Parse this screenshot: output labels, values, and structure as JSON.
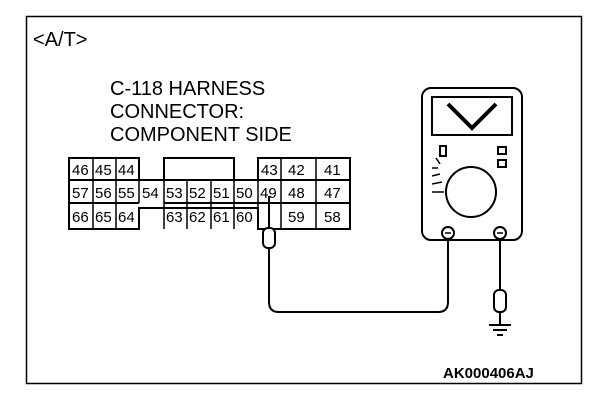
{
  "diagram": {
    "variant_label": "<A/T>",
    "connector_title": [
      "C-118 HARNESS",
      "CONNECTOR:",
      "COMPONENT SIDE"
    ],
    "connector_pins": {
      "row1_left": [
        "46",
        "45",
        "44"
      ],
      "row1_right": [
        "43",
        "42",
        "41"
      ],
      "row2_left": [
        "57",
        "56",
        "55",
        "54",
        "53",
        "52",
        "51",
        "50",
        "49"
      ],
      "row2_right": [
        "48",
        "47"
      ],
      "row3_left": [
        "66",
        "65",
        "64"
      ],
      "row3_mid": [
        "63",
        "62",
        "61",
        "60"
      ],
      "row3_right": [
        "59",
        "58"
      ]
    },
    "probe_pin": "49",
    "instrument": "voltmeter",
    "ground": "ground-symbol",
    "figure_code": "AK000406AJ"
  },
  "colors": {
    "ink": "#000000",
    "paper": "#ffffff"
  }
}
